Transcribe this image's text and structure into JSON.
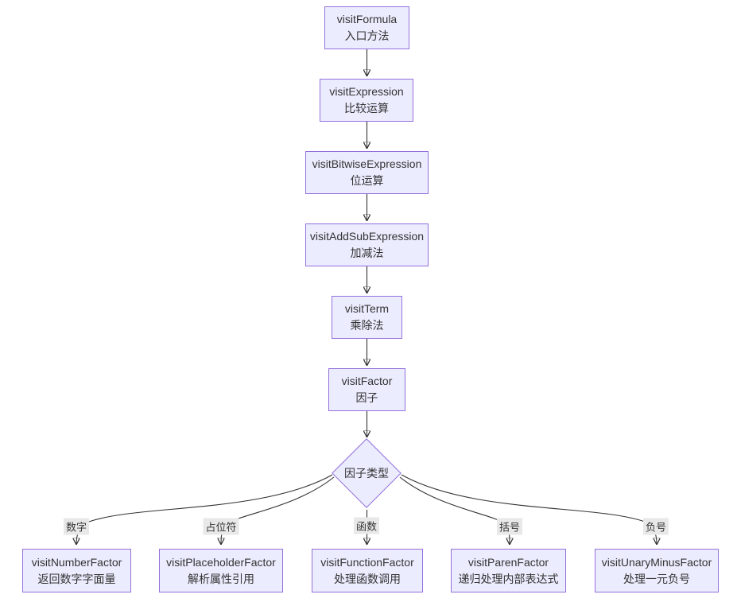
{
  "diagram": {
    "type": "flowchart",
    "direction": "top-down",
    "colors": {
      "node_fill": "#ECECFF",
      "node_border": "#9370DB",
      "edge": "#333333",
      "text": "#333333",
      "edge_label_bg": "#e8e8e8",
      "background": "#ffffff"
    },
    "nodes": {
      "formula": {
        "line1": "visitFormula",
        "line2": "入口方法"
      },
      "expression": {
        "line1": "visitExpression",
        "line2": "比较运算"
      },
      "bitwise": {
        "line1": "visitBitwiseExpression",
        "line2": "位运算"
      },
      "addsub": {
        "line1": "visitAddSubExpression",
        "line2": "加减法"
      },
      "term": {
        "line1": "visitTerm",
        "line2": "乘除法"
      },
      "factor": {
        "line1": "visitFactor",
        "line2": "因子"
      },
      "decision": {
        "label": "因子类型"
      },
      "number": {
        "line1": "visitNumberFactor",
        "line2": "返回数字字面量"
      },
      "placeholder": {
        "line1": "visitPlaceholderFactor",
        "line2": "解析属性引用"
      },
      "function": {
        "line1": "visitFunctionFactor",
        "line2": "处理函数调用"
      },
      "paren": {
        "line1": "visitParenFactor",
        "line2": "递归处理内部表达式"
      },
      "unary": {
        "line1": "visitUnaryMinusFactor",
        "line2": "处理一元负号"
      }
    },
    "edge_labels": {
      "number": "数字",
      "placeholder": "占位符",
      "function": "函数",
      "paren": "括号",
      "unary": "负号"
    },
    "edges": [
      {
        "from": "formula",
        "to": "expression"
      },
      {
        "from": "expression",
        "to": "bitwise"
      },
      {
        "from": "bitwise",
        "to": "addsub"
      },
      {
        "from": "addsub",
        "to": "term"
      },
      {
        "from": "term",
        "to": "factor"
      },
      {
        "from": "factor",
        "to": "decision"
      },
      {
        "from": "decision",
        "to": "number",
        "label": "数字"
      },
      {
        "from": "decision",
        "to": "placeholder",
        "label": "占位符"
      },
      {
        "from": "decision",
        "to": "function",
        "label": "函数"
      },
      {
        "from": "decision",
        "to": "paren",
        "label": "括号"
      },
      {
        "from": "decision",
        "to": "unary",
        "label": "负号"
      }
    ]
  }
}
